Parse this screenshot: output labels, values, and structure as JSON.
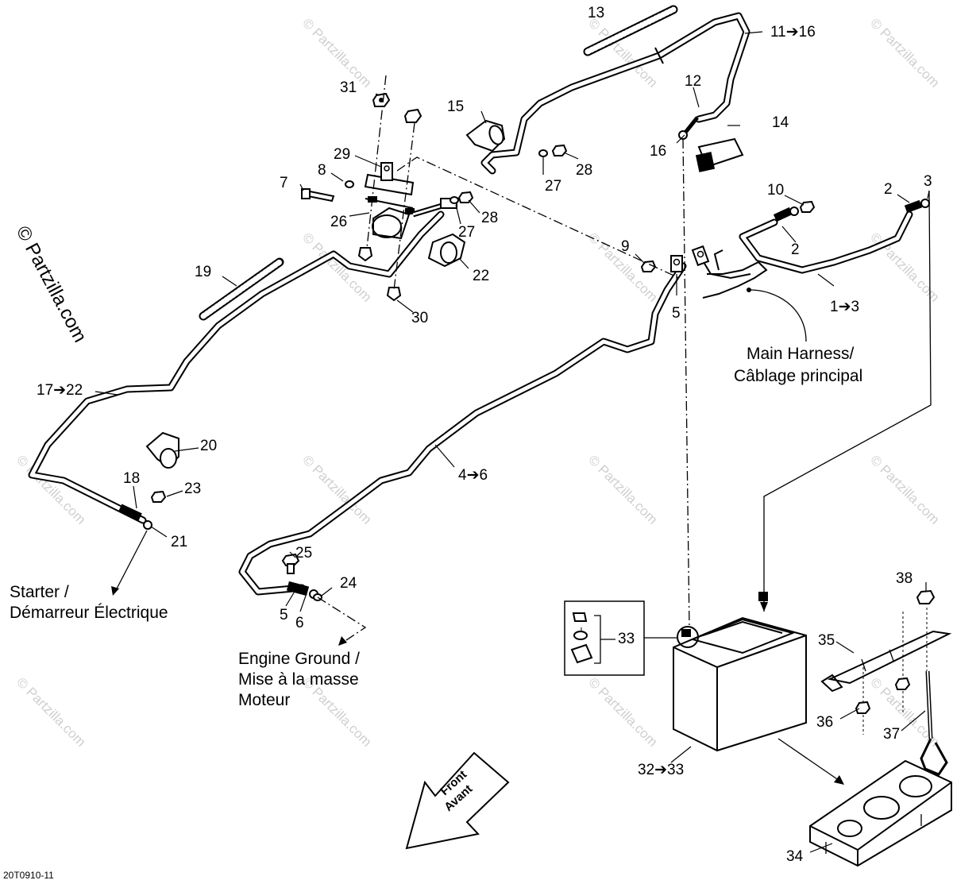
{
  "callouts": {
    "c13": "13",
    "c11_16": "11➔16",
    "c12": "12",
    "c14": "14",
    "c16": "16",
    "c31": "31",
    "c15": "15",
    "c29": "29",
    "c8": "8",
    "c7": "7",
    "c27a": "27",
    "c28a": "28",
    "c26": "26",
    "c27b": "27",
    "c28b": "28",
    "c22": "22",
    "c30": "30",
    "c19": "19",
    "c10": "10",
    "c2a": "2",
    "c3": "3",
    "c2b": "2",
    "c9": "9",
    "c5a": "5",
    "c1_3": "1➔3",
    "c17_22": "17➔22",
    "c20": "20",
    "c18": "18",
    "c23": "23",
    "c21": "21",
    "c4_6": "4➔6",
    "c25": "25",
    "c24": "24",
    "c5b": "5",
    "c6": "6",
    "c38": "38",
    "c33": "33",
    "c35": "35",
    "c36": "36",
    "c37": "37",
    "c32_33": "32➔33",
    "c34": "34"
  },
  "labels": {
    "main_harness_1": "Main Harness/",
    "main_harness_2": "Câblage principal",
    "starter_1": "Starter /",
    "starter_2": "Démarreur Électrique",
    "engine_ground_1": "Engine Ground /",
    "engine_ground_2": "Mise à la masse",
    "engine_ground_3": "Moteur",
    "front_1": "Front",
    "front_2": "Avant"
  },
  "watermark": {
    "side": "© Partzilla.com",
    "tile": "© Partzilla.com"
  },
  "figure_code": "20T0910-11"
}
